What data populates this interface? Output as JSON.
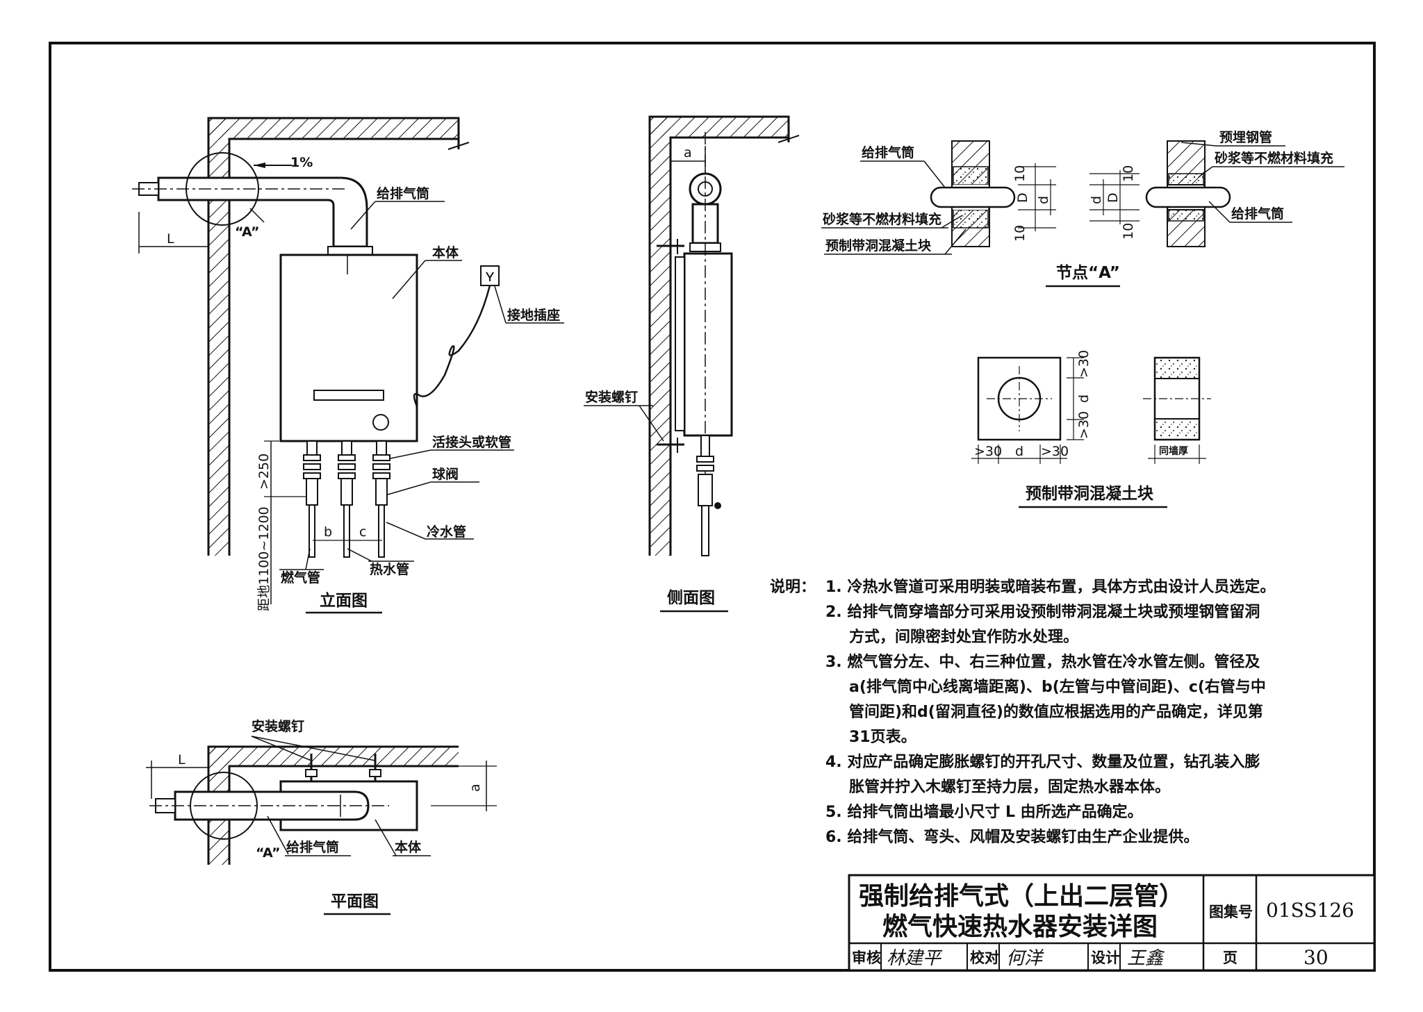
{
  "elevation": {
    "caption": "立面图",
    "slope": "1%",
    "detail_ref": "“A”",
    "dim_L": "L",
    "flue_label": "给排气筒",
    "body_label": "本体",
    "socket_label": "接地插座",
    "union_label": "活接头或软管",
    "valve_label": "球阀",
    "cold_label": "冷水管",
    "gas_label": "燃气管",
    "hot_label": "热水管",
    "dim_b": "b",
    "dim_c": "c",
    "dim_250": ">250",
    "dim_height": "距地1100~1200"
  },
  "side": {
    "caption": "侧面图",
    "dim_a": "a",
    "screw_label": "安装螺钉"
  },
  "node": {
    "caption": "节点“A”",
    "flue_left": "给排气筒",
    "mortar_left": "砂浆等不燃材料填充",
    "block_left": "预制带洞混凝土块",
    "pipe_right": "预埋钢管",
    "mortar_right": "砂浆等不燃材料填充",
    "flue_right": "给排气筒",
    "d10": "10",
    "dD": "D",
    "dd": "d"
  },
  "block": {
    "caption": "预制带洞混凝土块",
    "d30": ">30",
    "dd": "d",
    "wall_thk": "同墙厚"
  },
  "plan": {
    "caption": "平面图",
    "screw_label": "安装螺钉",
    "dim_L": "L",
    "dim_a": "a",
    "detail_ref": "“A”",
    "flue_label": "给排气筒",
    "body_label": "本体"
  },
  "notes": {
    "heading": "说明：",
    "lines": [
      "1.  冷热水管道可采用明装或暗装布置，具体方式由设计人员选定。",
      "2.  给排气筒穿墙部分可采用设预制带洞混凝土块或预埋钢管留洞",
      "方式，间隙密封处宜作防水处理。",
      "3.  燃气管分左、中、右三种位置，热水管在冷水管左侧。管径及",
      "a(排气筒中心线离墙距离)、b(左管与中管间距)、c(右管与中",
      "管间距)和d(留洞直径)的数值应根据选用的产品确定，详见第",
      "31页表。",
      "4.  对应产品确定膨胀螺钉的开孔尺寸、数量及位置，钻孔装入膨",
      "胀管并拧入木螺钉至持力层，固定热水器本体。",
      "5.  给排气筒出墙最小尺寸 L 由所选产品确定。",
      "6.  给排气筒、弯头、风帽及安装螺钉由生产企业提供。"
    ]
  },
  "title_block": {
    "title_line1": "强制给排气式（上出二层管）",
    "title_line2": "燃气快速热水器安装详图",
    "atlas_label": "图集号",
    "atlas_no": "01SS126",
    "review_label": "审核",
    "review_sig": "林建平",
    "check_label": "校对",
    "check_sig": "何洋",
    "design_label": "设计",
    "design_sig": "王鑫",
    "page_label": "页",
    "page_no": "30"
  }
}
